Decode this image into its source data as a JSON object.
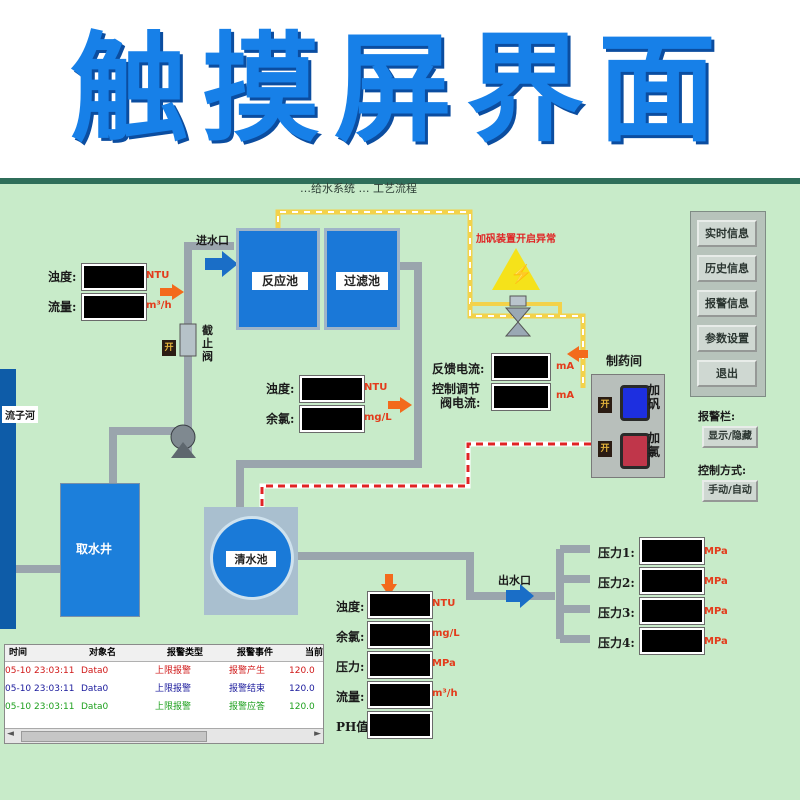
{
  "banner": {
    "title": "触摸屏界面"
  },
  "screen": {
    "title_fragment": "…给水系统 … 工艺流程",
    "tanks": {
      "reaction": "反应池",
      "filter": "过滤池",
      "clear": "清水池",
      "well": "取水井"
    },
    "river_label": "流子河",
    "inlet_label": "进水口",
    "outlet_label": "出水口",
    "stop_valve_label": "截止阀",
    "pump_open": "开",
    "alarm_caption": "加矾装置开启异常",
    "chem_room": "制药间",
    "chem_add_alum": "加矾",
    "chem_add_chlorine": "加氯",
    "chem_open_1": "开",
    "chem_open_2": "开",
    "inlet_readings": {
      "turbidity_label": "浊度:",
      "turbidity_unit": "NTU",
      "flow_label": "流量:",
      "flow_unit": "m³/h"
    },
    "filter_readings": {
      "turbidity_label": "浊度:",
      "turbidity_unit": "NTU",
      "chlorine_label": "余氯:",
      "chlorine_unit": "mg/L"
    },
    "control_readings": {
      "feedback_label": "反馈电流:",
      "feedback_unit": "mA",
      "control_label_line1": "控制调节",
      "control_label_line2": "阀电流:",
      "control_unit": "mA"
    },
    "outlet_readings": {
      "turbidity_label": "浊度:",
      "turbidity_unit": "NTU",
      "chlorine_label": "余氯:",
      "chlorine_unit": "mg/L",
      "pressure_label": "压力:",
      "pressure_unit": "MPa",
      "flow_label": "流量:",
      "flow_unit": "m³/h",
      "ph_label": "PH值:"
    },
    "pressures": [
      {
        "label": "压力1:",
        "unit": "MPa"
      },
      {
        "label": "压力2:",
        "unit": "MPa"
      },
      {
        "label": "压力3:",
        "unit": "MPa"
      },
      {
        "label": "压力4:",
        "unit": "MPa"
      }
    ],
    "nav": {
      "realtime": "实时信息",
      "history": "历史信息",
      "alarm_info": "报警信息",
      "params": "参数设置",
      "exit": "退出"
    },
    "alarm_bar_label": "报警栏:",
    "show_hide": "显示/隐藏",
    "control_mode_label": "控制方式:",
    "manual_auto": "手动/自动",
    "alarm_table": {
      "headers": [
        "时间",
        "对象名",
        "报警类型",
        "报警事件",
        "当前"
      ],
      "rows": [
        {
          "time": "05-10 23:03:11",
          "obj": "Data0",
          "type": "上限报警",
          "event": "报警产生",
          "value": "120.0",
          "color": "#d01818"
        },
        {
          "time": "05-10 23:03:11",
          "obj": "Data0",
          "type": "上限报警",
          "event": "报警结束",
          "value": "120.0",
          "color": "#1a1a9c"
        },
        {
          "time": "05-10 23:03:11",
          "obj": "Data0",
          "type": "上限报警",
          "event": "报警应答",
          "value": "120.0",
          "color": "#1ea01e"
        }
      ]
    }
  },
  "colors": {
    "banner_blue": "#1780e8",
    "screen_bg": "#c8ebc9",
    "tank_blue": "#1a78d8",
    "unit_red": "#e33b1b"
  }
}
